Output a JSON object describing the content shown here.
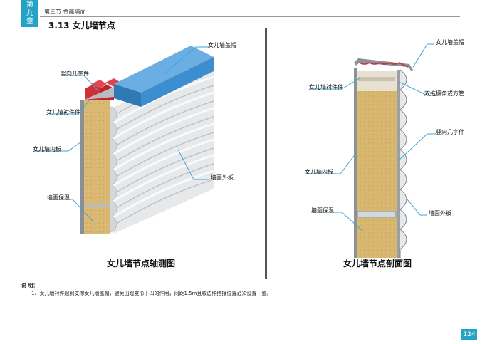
{
  "header": {
    "chapter_chars": [
      "第",
      "九",
      "章"
    ],
    "section": "第三节  金属墙面",
    "title": "3.13  女儿墙节点"
  },
  "left_figure": {
    "caption": "女儿墙节点轴测图",
    "labels": {
      "cap": "女儿墙盖帽",
      "vertical_channel": "竖向几字件",
      "lining_member": "女儿墙衬件件",
      "inner_panel": "女儿墙内板",
      "outer_panel": "墙面外板",
      "insulation": "墙面保温"
    }
  },
  "right_figure": {
    "caption": "女儿墙节点剖面图",
    "labels": {
      "cap": "女儿墙盖帽",
      "lining_member": "女儿墙衬件件",
      "double_purlin": "双拖檩条或方管",
      "vertical_channel": "竖向几字件",
      "inner_panel": "女儿墙内板",
      "insulation": "墙面保温",
      "outer_panel": "墙面外板"
    }
  },
  "notes": {
    "title": "说  明：",
    "line1": "1、女儿墙衬件起到支撑女儿墙盖帽，避免出现变形下凹的作用，间距1.5m且收边件搭接位置必须设置一道。"
  },
  "page_number": "124",
  "colors": {
    "accent": "#25a3c6",
    "cap": "#5b9bd5",
    "insulation": "#d8b46a",
    "lining": "#d0303a",
    "callout_line": "#3aa6d6"
  }
}
